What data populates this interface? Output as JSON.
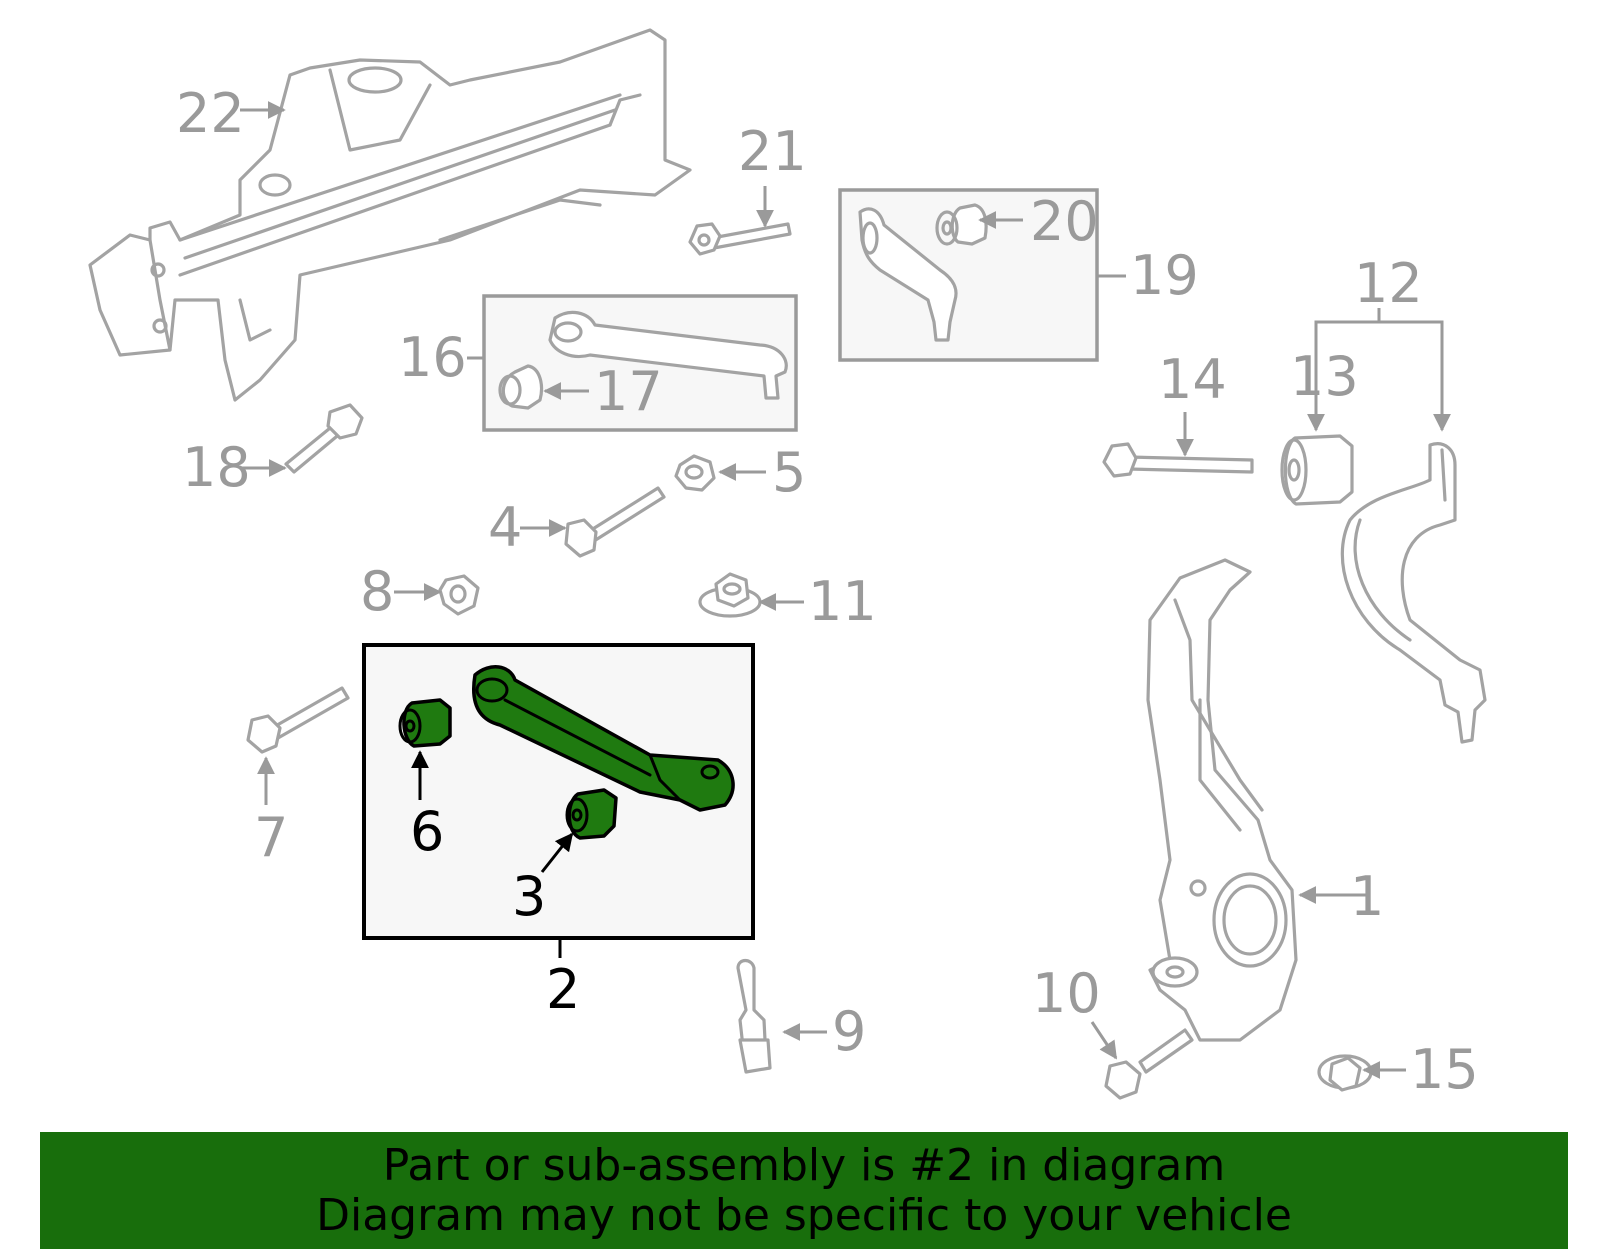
{
  "callouts": {
    "c1": "1",
    "c2": "2",
    "c3": "3",
    "c4": "4",
    "c5": "5",
    "c6": "6",
    "c7": "7",
    "c8": "8",
    "c9": "9",
    "c10": "10",
    "c11": "11",
    "c12": "12",
    "c13": "13",
    "c14": "14",
    "c15": "15",
    "c16": "16",
    "c17": "17",
    "c18": "18",
    "c19": "19",
    "c20": "20",
    "c21": "21",
    "c22": "22"
  },
  "highlighted_part": "2",
  "colors": {
    "highlight": "#1f7a10",
    "banner": "#186e0c",
    "callout_gray": "#9a9a9a"
  },
  "banner": {
    "line1": "Part or sub-assembly is #2 in diagram",
    "line2": "Diagram may not be specific to your vehicle"
  }
}
